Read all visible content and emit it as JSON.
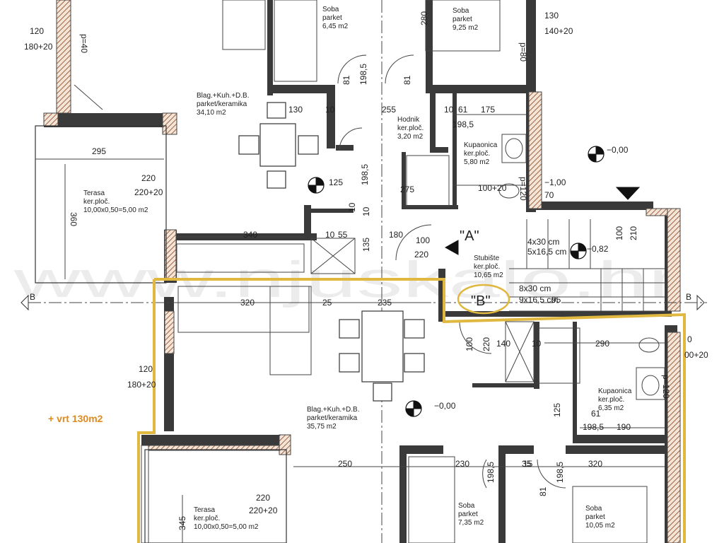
{
  "colors": {
    "wall": "#3a3a3a",
    "hatch": "#a06040",
    "highlight": "#e0b840",
    "orange_text": "#e08a20",
    "line": "#333333"
  },
  "watermark": "www.njuskalo.hr",
  "room_labels": [
    {
      "id": "soba-1",
      "lines": [
        "Soba",
        "parket",
        "6,45 m2"
      ]
    },
    {
      "id": "soba-2",
      "lines": [
        "Soba",
        "parket",
        "9,25 m2"
      ]
    },
    {
      "id": "blag-upper",
      "lines": [
        "Blag.+Kuh.+D.B.",
        "parket/keramika",
        "34,10 m2"
      ]
    },
    {
      "id": "hodnik",
      "lines": [
        "Hodnik",
        "ker.ploč.",
        "3,20 m2"
      ]
    },
    {
      "id": "kupaonica-upper",
      "lines": [
        "Kupaonica",
        "ker.ploč.",
        "5,80 m2"
      ]
    },
    {
      "id": "terasa-upper",
      "lines": [
        "Terasa",
        "ker.ploč.",
        "10,00x0,50=5,00 m2"
      ]
    },
    {
      "id": "stubiste",
      "lines": [
        "Stubište",
        "ker.ploč.",
        "10,65 m2"
      ]
    },
    {
      "id": "blag-lower",
      "lines": [
        "Blag.+Kuh.+D.B.",
        "parket/keramika",
        "35,75 m2"
      ]
    },
    {
      "id": "kupaonica-lower",
      "lines": [
        "Kupaonica",
        "ker.ploč.",
        "6,35 m2"
      ]
    },
    {
      "id": "terasa-lower",
      "lines": [
        "Terasa",
        "ker.ploč.",
        "10,00x0,50=5,00 m2"
      ]
    },
    {
      "id": "soba-3",
      "lines": [
        "Soba",
        "parket",
        "7,35 m2"
      ]
    },
    {
      "id": "soba-4",
      "lines": [
        "Soba",
        "parket",
        "10,05 m2"
      ]
    }
  ],
  "dimensions": [
    "120",
    "180+20",
    "130",
    "140+20",
    "295",
    "220",
    "220+20",
    "360",
    "130",
    "10",
    "255",
    "10",
    "61",
    "175",
    "198,5",
    "81",
    "198,5",
    "81",
    "198,5",
    "125",
    "−0,00",
    "−1,00",
    "70",
    "100+20",
    "275",
    "10",
    "340",
    "10",
    "55",
    "180",
    "100",
    "220",
    "135",
    "10",
    "4x30 cm",
    "5x16,5 cm",
    "−0,82",
    "100",
    "210",
    "8x30 cm",
    "9x16,5 cm",
    "95",
    "320",
    "25",
    "235",
    "100",
    "220",
    "140",
    "10",
    "290",
    "120",
    "180+20",
    "−0,00",
    "125",
    "61",
    "198,5",
    "190",
    "250",
    "230",
    "198,5",
    "81",
    "198,5",
    "320",
    "220",
    "220+20",
    "345",
    "p=40",
    "p=80",
    "p=120",
    "p=120",
    "280",
    "15",
    "0",
    "00+20",
    "35"
  ],
  "section_labels": {
    "left": "B",
    "right": "B"
  },
  "unit_markers": {
    "a": "\"A\"",
    "b": "\"B\""
  },
  "annotation": "+ vrt 130m2"
}
